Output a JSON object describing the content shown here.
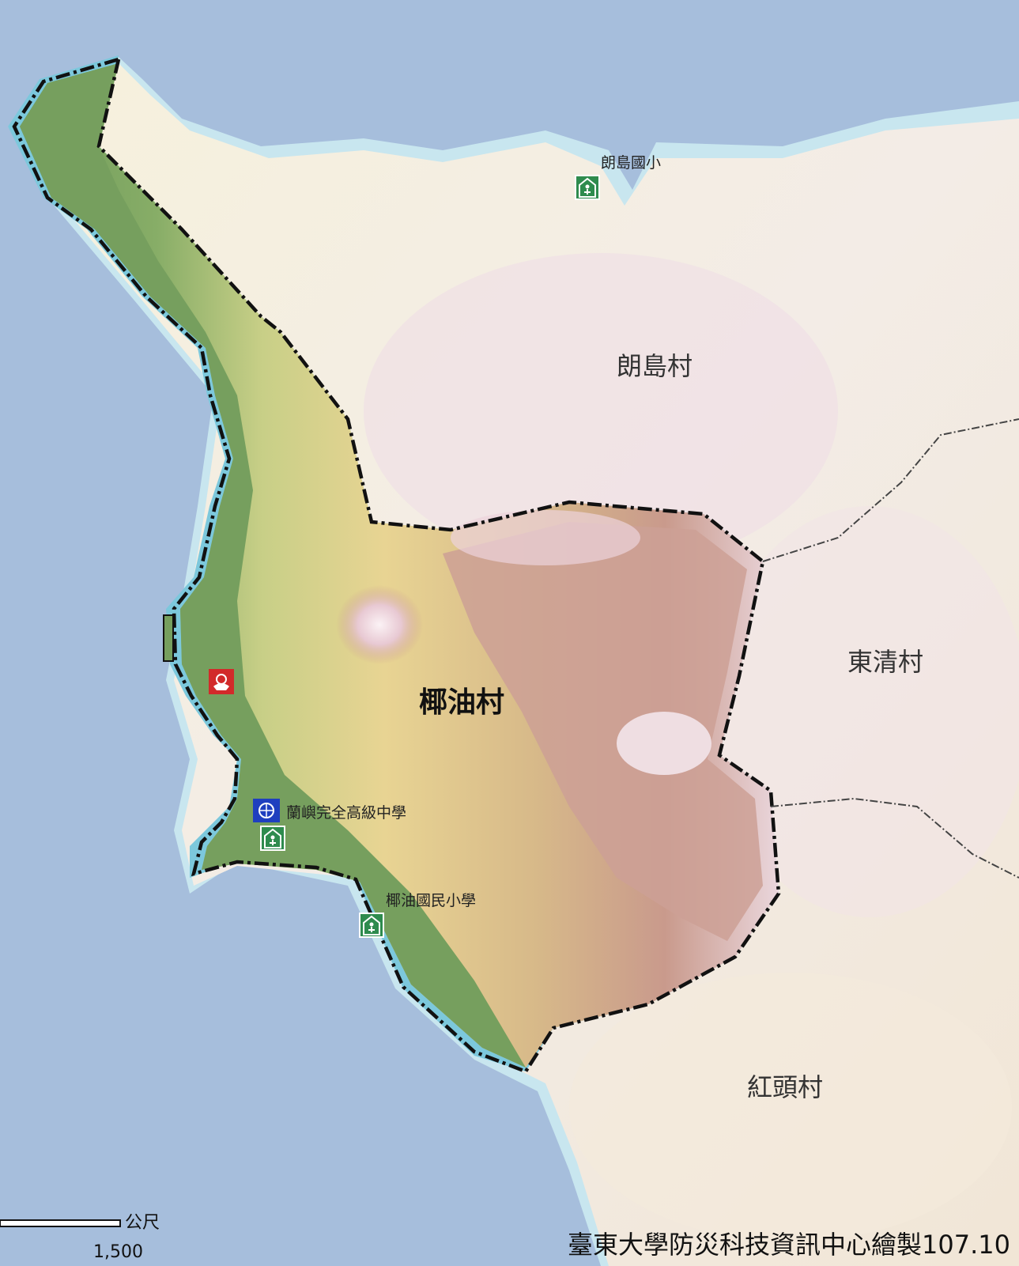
{
  "villages": {
    "main": "椰油村",
    "north": "朗島村",
    "east": "東清村",
    "south": "紅頭村"
  },
  "pois": {
    "langdao_school": "朗島國小",
    "lanyu_high_school": "蘭嶼完全高級中學",
    "yeyou_elementary": "椰油國民小學"
  },
  "scale_bar": {
    "value": "1,500",
    "unit": "公尺"
  },
  "credit": "臺東大學防災科技資訊中心繪製107.10",
  "icons": {
    "shelter": "evacuation-shelter-icon",
    "police": "police-station-icon",
    "fire": "fire-station-icon"
  },
  "colors": {
    "sea": "#a6bedc",
    "shallow": "#7cc8dc",
    "lowland": "#7da364",
    "hill": "#e6d392",
    "highland": "#c99a8c",
    "outside": "#efe7d4",
    "shelter_green": "#2e8b4e",
    "police_blue": "#1f3fbf",
    "fire_red": "#d22a2a"
  }
}
